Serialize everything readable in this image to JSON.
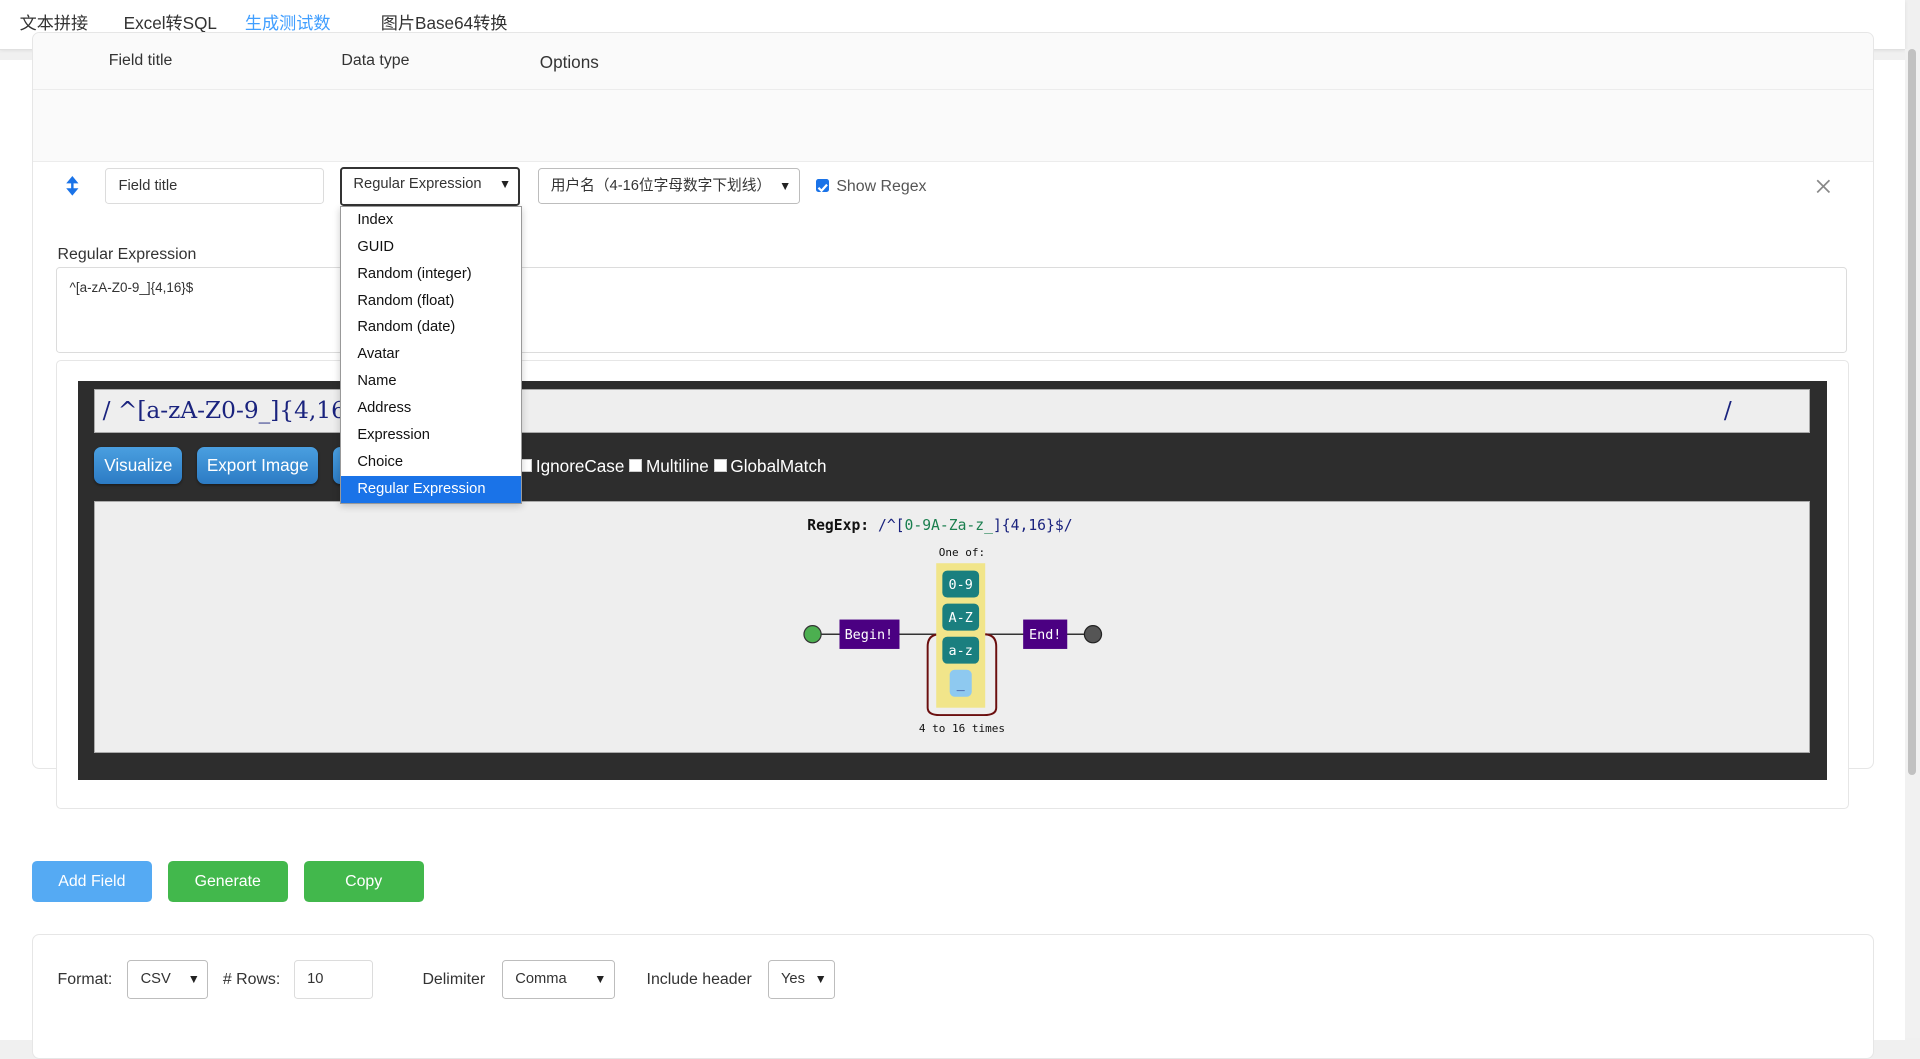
{
  "tabs": [
    "文本拼接",
    "Excel转SQL",
    "生成测试数据",
    "图片Base64转换"
  ],
  "headers": {
    "field_title": "Field title",
    "data_type": "Data type",
    "options": "Options"
  },
  "field": {
    "title_value": "Field title",
    "data_type_selected": "Regular Expression",
    "option_selected": "用户名（4-16位字母数字下划线）",
    "show_regex_label": "Show Regex",
    "show_regex_checked": true
  },
  "dropdown_options": [
    "Index",
    "GUID",
    "Random (integer)",
    "Random (float)",
    "Random (date)",
    "Avatar",
    "Name",
    "Address",
    "Expression",
    "Choice",
    "Regular Expression"
  ],
  "regex": {
    "label": "Regular Expression",
    "value": "^[a-zA-Z0-9_]{4,16}$",
    "visual_input": "/ ^[a-zA-Z0-9_]{4,16",
    "visual_input_end": "/",
    "visualize_btn": "Visualize",
    "export_btn": "Export Image",
    "flags": [
      "IgnoreCase",
      "Multiline",
      "GlobalMatch"
    ]
  },
  "diagram": {
    "title_prefix": "RegExp:",
    "title_regex_start": "/^[",
    "title_regex_class": "0-9A-Za-z_",
    "title_regex_end": "]{4,16}$/",
    "one_of": "One of:",
    "begin": "Begin!",
    "end": "End!",
    "chars": [
      "0-9",
      "A-Z",
      "a-z",
      "_"
    ],
    "repeat": "4 to 16 times"
  },
  "actions": {
    "add_field": "Add Field",
    "generate": "Generate",
    "copy": "Copy"
  },
  "output": {
    "format_label": "Format:",
    "format_value": "CSV",
    "rows_label": "# Rows:",
    "rows_value": "10",
    "delimiter_label": "Delimiter",
    "delimiter_value": "Comma",
    "include_header_label": "Include header",
    "include_header_value": "Yes"
  },
  "colors": {
    "accent": "#409eff",
    "green": "#42b84c",
    "purple": "#4b0082",
    "teal": "#1a7f7f"
  }
}
